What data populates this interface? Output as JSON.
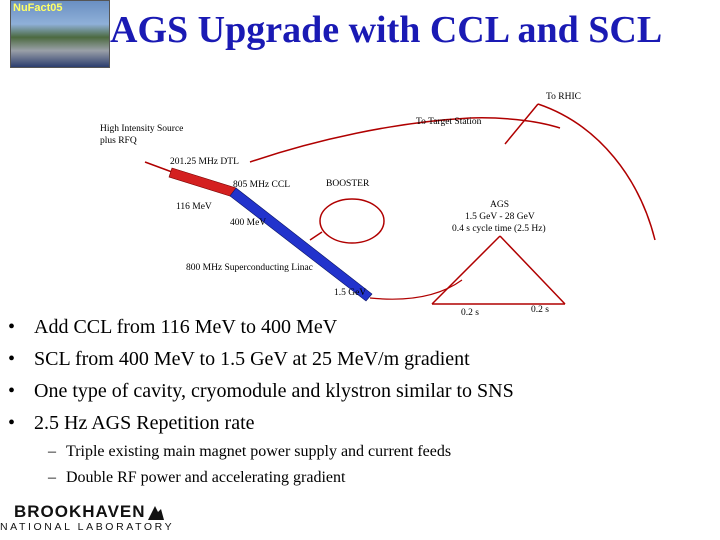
{
  "thumbnail": {
    "text": "NuFact05"
  },
  "title": "AGS Upgrade with CCL and SCL",
  "diagram": {
    "to_rhic": "To RHIC",
    "to_target": "To Target Station",
    "source_line1": "High Intensity Source",
    "source_line2": "plus RFQ",
    "dtl": "201.25 MHz DTL",
    "ccl": "805 MHz CCL",
    "booster": "BOOSTER",
    "e116": "116 MeV",
    "ags": "AGS",
    "ags_energy": "1.5 GeV - 28 GeV",
    "ags_cycle": "0.4 s cycle time (2.5 Hz)",
    "e400": "400 MeV",
    "scl": "800 MHz Superconducting Linac",
    "e15": "1.5 GeV",
    "t1": "0.2 s",
    "t2": "0.2 s",
    "colors": {
      "linac_red": "#d42020",
      "linac_blue": "#2233cc",
      "line": "#b00000"
    }
  },
  "bullets": [
    "Add CCL from 116 MeV to 400 MeV",
    "SCL from 400 MeV to 1.5 GeV at 25 MeV/m gradient",
    "One type of cavity, cryomodule and klystron similar to SNS",
    "2.5 Hz AGS Repetition rate"
  ],
  "bullet_marker": "•",
  "sub_marker": "–",
  "sub_bullets": [
    "Triple existing main magnet power supply and current feeds",
    "Double RF power and accelerating gradient"
  ],
  "logo": {
    "line1": "BROOKHAVEN",
    "line2": "NATIONAL LABORATORY"
  }
}
